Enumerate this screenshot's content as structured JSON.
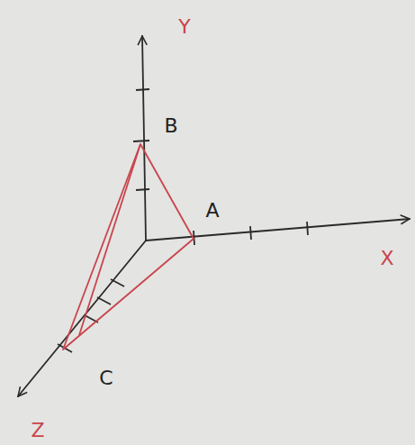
{
  "diagram": {
    "labels": [
      "Y",
      "B",
      "A",
      "X",
      "C",
      "Z"
    ]
  }
}
